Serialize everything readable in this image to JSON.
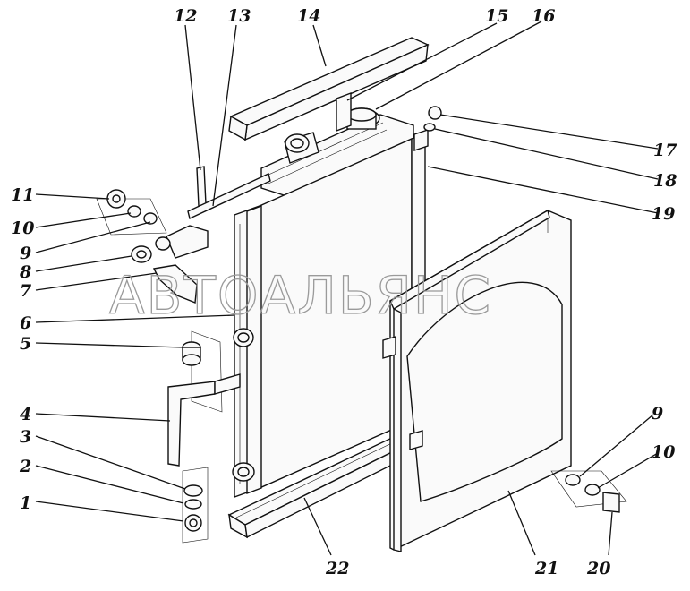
{
  "watermark": "АВТОАЛЬЯНС",
  "colors": {
    "ink": "#111111",
    "paper": "#ffffff",
    "watermark": "#9a9a9a"
  },
  "callouts": [
    {
      "id": "1",
      "text": "1"
    },
    {
      "id": "2",
      "text": "2"
    },
    {
      "id": "3",
      "text": "3"
    },
    {
      "id": "4",
      "text": "4"
    },
    {
      "id": "5",
      "text": "5"
    },
    {
      "id": "6",
      "text": "6"
    },
    {
      "id": "7",
      "text": "7"
    },
    {
      "id": "8",
      "text": "8"
    },
    {
      "id": "9",
      "text": "9"
    },
    {
      "id": "10",
      "text": "10"
    },
    {
      "id": "11",
      "text": "11"
    },
    {
      "id": "12",
      "text": "12"
    },
    {
      "id": "13",
      "text": "13"
    },
    {
      "id": "14",
      "text": "14"
    },
    {
      "id": "15",
      "text": "15"
    },
    {
      "id": "16",
      "text": "16"
    },
    {
      "id": "17",
      "text": "17"
    },
    {
      "id": "18",
      "text": "18"
    },
    {
      "id": "19",
      "text": "19"
    },
    {
      "id": "20",
      "text": "20"
    },
    {
      "id": "21",
      "text": "21"
    },
    {
      "id": "22",
      "text": "22"
    },
    {
      "id": "9b",
      "text": "9"
    },
    {
      "id": "10b",
      "text": "10"
    }
  ]
}
